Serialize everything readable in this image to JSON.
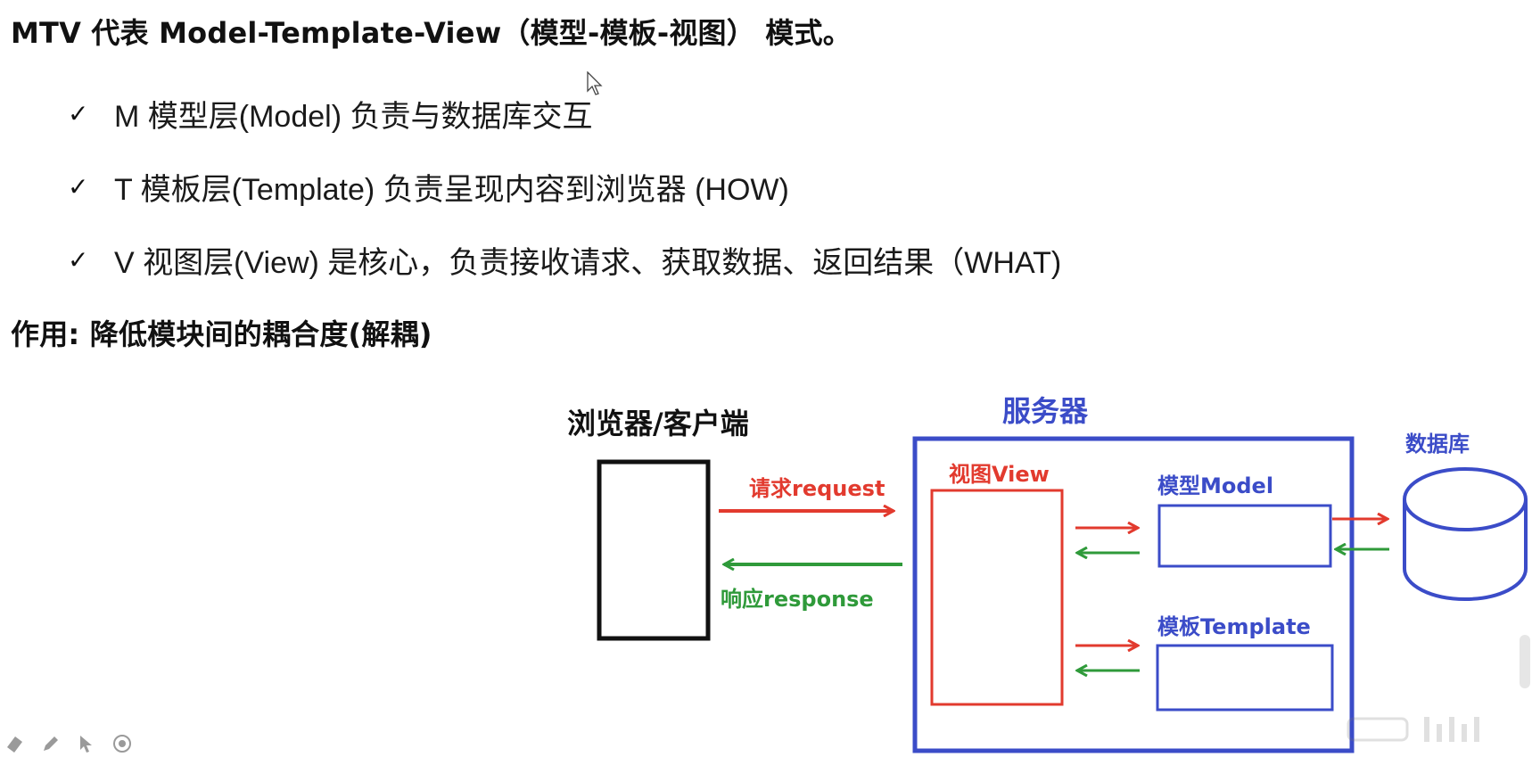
{
  "slide": {
    "heading_main": "MTV 代表 Model-Template-View（模型-模板-视图） 模式。",
    "bullets": [
      {
        "check": "✓",
        "text": "M 模型层(Model)  负责与数据库交互"
      },
      {
        "check": "✓",
        "text": "T 模板层(Template)  负责呈现内容到浏览器 (HOW)"
      },
      {
        "check": "✓",
        "text": "V 视图层(View)  是核心，负责接收请求、获取数据、返回结果（WHAT)"
      }
    ],
    "heading_purpose": "作用: 降低模块间的耦合度(解耦)"
  },
  "diagram": {
    "browser_label": "浏览器/客户端",
    "server_label": "服务器",
    "database_label": "数据库",
    "view_label": "视图View",
    "model_label": "模型Model",
    "template_label": "模板Template",
    "request_label": "请求request",
    "response_label": "响应response"
  },
  "colors": {
    "red": "#e23a2e",
    "green": "#2f9a3a",
    "blue": "#3b4cc8",
    "black": "#111111"
  },
  "toolbar": {
    "icons": [
      "eraser-icon",
      "pen-icon",
      "pointer-icon",
      "target-icon"
    ]
  }
}
